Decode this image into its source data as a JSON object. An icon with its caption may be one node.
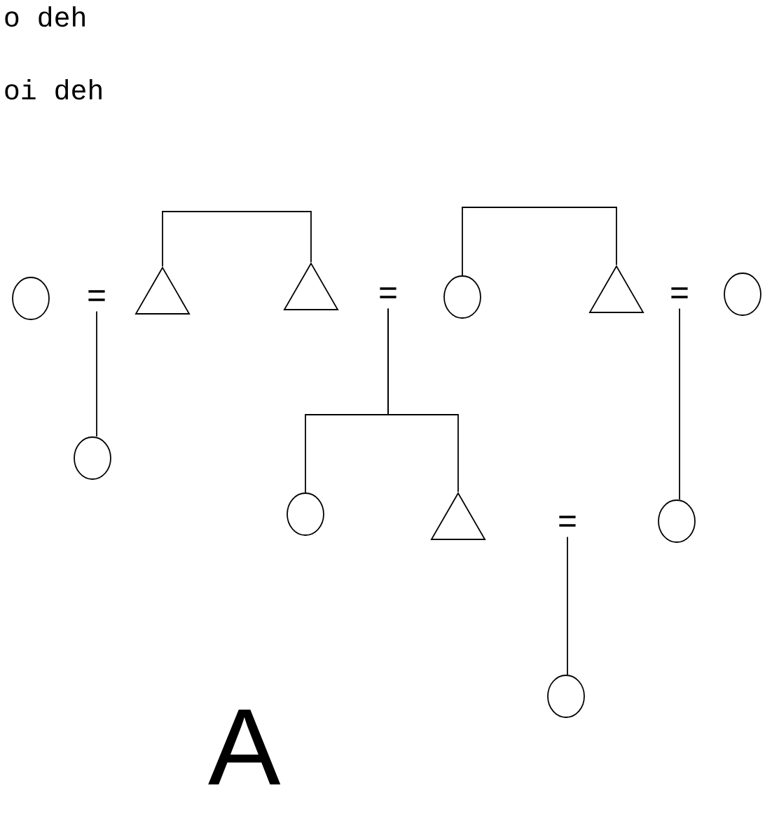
{
  "diagram": {
    "nodes": [
      {
        "text": [],
        "shape": "circle"
      },
      {
        "text": [
          "="
        ]
      },
      {
        "text": [],
        "shape": "triangle"
      },
      {
        "text": [],
        "shape": "triangle"
      },
      {
        "text": [
          "="
        ]
      },
      {
        "text": [],
        "shape": "circle"
      },
      {
        "text": [],
        "shape": "triangle"
      },
      {
        "text": [
          "="
        ]
      },
      {
        "text": [],
        "shape": "circle"
      },
      {
        "text": [],
        "shape": "circle"
      },
      {
        "text": [],
        "shape": "circle"
      },
      {
        "text": [],
        "shape": "triangle"
      },
      {
        "text": [
          "="
        ]
      },
      {
        "text": [],
        "shape": "circle"
      },
      {
        "text": [],
        "shape": "circle"
      }
    ],
    "edges": [
      {
        "from": 2,
        "to": 3,
        "arrow": "none"
      },
      {
        "from": 5,
        "to": 6,
        "arrow": "none"
      },
      {
        "from": 1,
        "to": 9,
        "arrow": "none"
      },
      {
        "from": 4,
        "to": 10,
        "arrow": "none"
      },
      {
        "from": 4,
        "to": 11,
        "arrow": "none"
      },
      {
        "from": 7,
        "to": 13,
        "arrow": "none"
      },
      {
        "from": 12,
        "to": 14,
        "arrow": "none"
      }
    ],
    "labels": [
      "o deh",
      "oi deh",
      "A"
    ]
  }
}
